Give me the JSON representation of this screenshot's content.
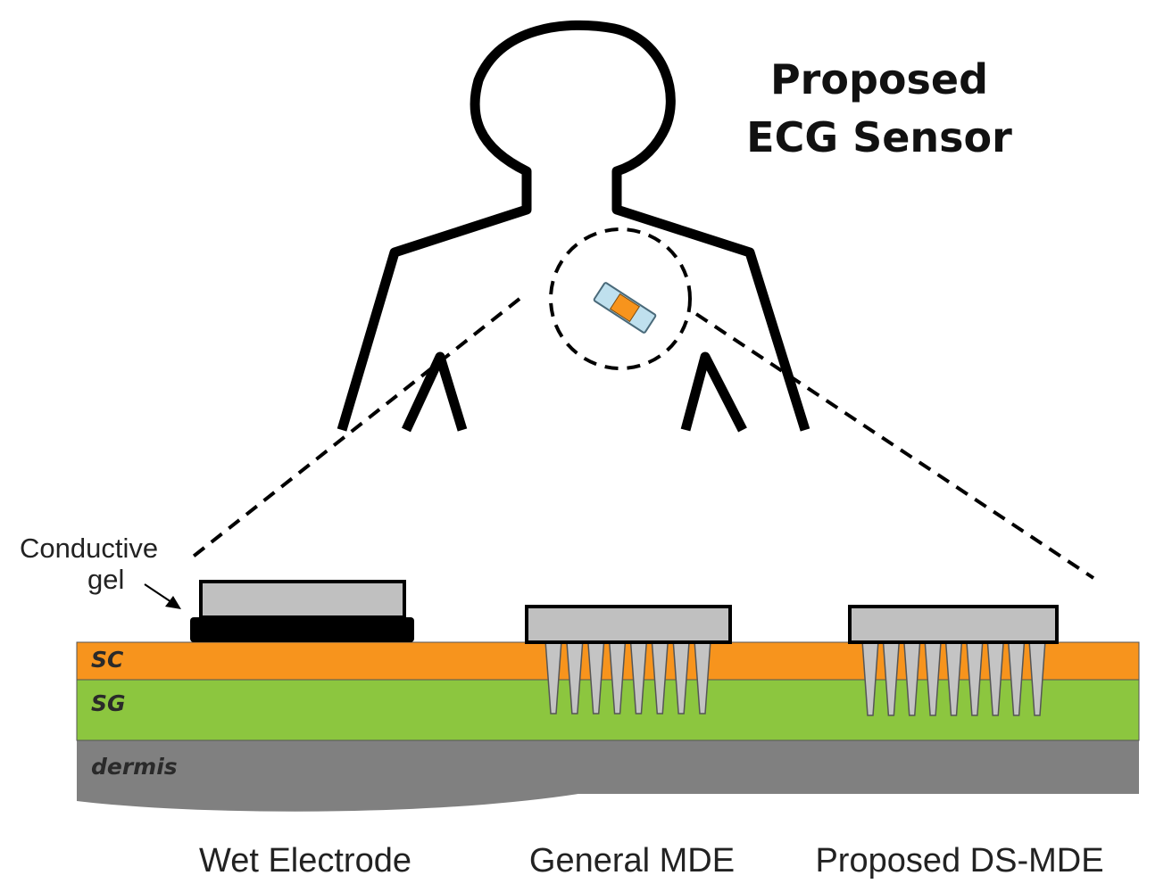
{
  "title": {
    "line1": "Proposed",
    "line2": "ECG Sensor"
  },
  "callout": {
    "line1": "Conductive",
    "line2": "gel"
  },
  "layers": [
    {
      "label": "SC",
      "color": "#f7941d"
    },
    {
      "label": "SG",
      "color": "#8cc63f"
    },
    {
      "label": "dermis",
      "color": "#808080"
    }
  ],
  "electrodes": [
    {
      "caption": "Wet Electrode"
    },
    {
      "caption": "General MDE"
    },
    {
      "caption": "Proposed DS-MDE"
    }
  ],
  "colors": {
    "outline": "#000000",
    "electrode_body": "#c0c0c0",
    "gel": "#000000",
    "sensor_pad": "#bfe0ee",
    "sensor_core": "#f7941d"
  }
}
